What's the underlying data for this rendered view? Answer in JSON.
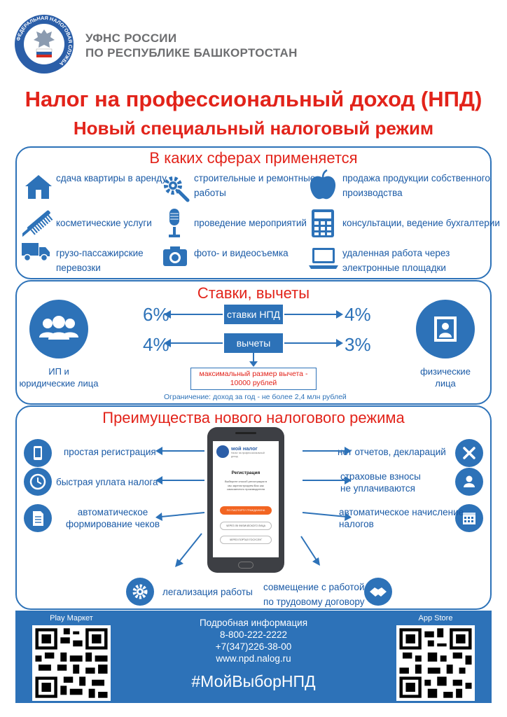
{
  "header": {
    "org_line1": "УФНС РОССИИ",
    "org_line2": "ПО РЕСПУБЛИКЕ БАШКОРТОСТАН",
    "emblem_text": "ФЕДЕРАЛЬНАЯ НАЛОГОВАЯ СЛУЖБА",
    "title": "Налог на профессиональный доход (НПД)",
    "subtitle": "Новый специальный налоговый режим"
  },
  "spheres": {
    "title": "В каких сферах применяется",
    "items": [
      {
        "icon": "house-icon",
        "l1": "сдача квартиры в аренду",
        "l2": ""
      },
      {
        "icon": "gears-icon",
        "l1": "строительные и ремонтные",
        "l2": "работы"
      },
      {
        "icon": "apple-icon",
        "l1": "продажа продукции собственного",
        "l2": "производства"
      },
      {
        "icon": "comb-icon",
        "l1": "косметические услуги",
        "l2": ""
      },
      {
        "icon": "microphone-icon",
        "l1": "проведение мероприятий",
        "l2": ""
      },
      {
        "icon": "calculator-icon",
        "l1": "консультации, ведение бухгалтерии",
        "l2": ""
      },
      {
        "icon": "truck-icon",
        "l1": "грузо-пассажирские",
        "l2": "перевозки"
      },
      {
        "icon": "camera-icon",
        "l1": "фото- и видеосъемка",
        "l2": ""
      },
      {
        "icon": "laptop-icon",
        "l1": "удаленная работа через",
        "l2": "электронные площадки"
      }
    ]
  },
  "rates": {
    "title": "Ставки, вычеты",
    "rates_label": "ставки НПД",
    "deductions_label": "вычеты",
    "left_rate": "6%",
    "right_rate": "4%",
    "left_deduction": "4%",
    "right_deduction": "3%",
    "left_group_l1": "ИП и",
    "left_group_l2": "юридические лица",
    "right_group_l1": "физические",
    "right_group_l2": "лица",
    "max_deduction_l1": "максимальный размер вычета -",
    "max_deduction_l2": "10000 рублей",
    "limit_note": "Ограничение: доход за год - не более 2,4 млн рублей"
  },
  "advantages": {
    "title": "Преимущества нового налогового режима",
    "left": [
      {
        "icon": "phone-icon",
        "l1": "простая регистрация",
        "l2": ""
      },
      {
        "icon": "clock-icon",
        "l1": "быстрая уплата налога",
        "l2": ""
      },
      {
        "icon": "receipt-icon",
        "l1": "автоматическое",
        "l2": "формирование чеков"
      }
    ],
    "right": [
      {
        "icon": "close-icon",
        "l1": "нет отчетов, деклараций",
        "l2": ""
      },
      {
        "icon": "user-shield-icon",
        "l1": "страховые взносы",
        "l2": "не уплачиваются"
      },
      {
        "icon": "calendar-icon",
        "l1": "автоматическое начисление",
        "l2": "налогов"
      }
    ],
    "bottom_left": {
      "icon": "gear-icon",
      "l1": "легализация работы",
      "l2": ""
    },
    "bottom_right": {
      "icon": "handshake-icon",
      "l1": "совмещение с работой",
      "l2": "по трудовому договору"
    }
  },
  "phone": {
    "app_name": "мой налог",
    "app_sub1": "Налог на профессиональный",
    "app_sub2": "доход",
    "heading": "Регистрация",
    "desc1": "Выберите способ регистрации в",
    "desc2": "мы зарегистрируем Вас как",
    "desc3": "самозанятого производителя",
    "btn_primary": "ПО ПАСПОРТУ ГРАЖДАНИНА",
    "btn_secondary1": "ЧЕРЕЗ ЛК ФИЗИЧЕСКОГО ЛИЦА",
    "btn_secondary2": "ЧЕРЕЗ ПОРТАЛ ГОСУСЛУГ"
  },
  "footer": {
    "play_label": "Play Маркет",
    "app_store_label": "App Store",
    "info_title": "Подробная информация",
    "phone1": "8-800-222-2222",
    "phone2": "+7(347)226-38-00",
    "site": "www.npd.nalog.ru",
    "hashtag": "#МойВыборНПД"
  },
  "colors": {
    "brand_blue": "#2d72b8",
    "title_red": "#e2231a",
    "orange_button": "#f26522"
  }
}
